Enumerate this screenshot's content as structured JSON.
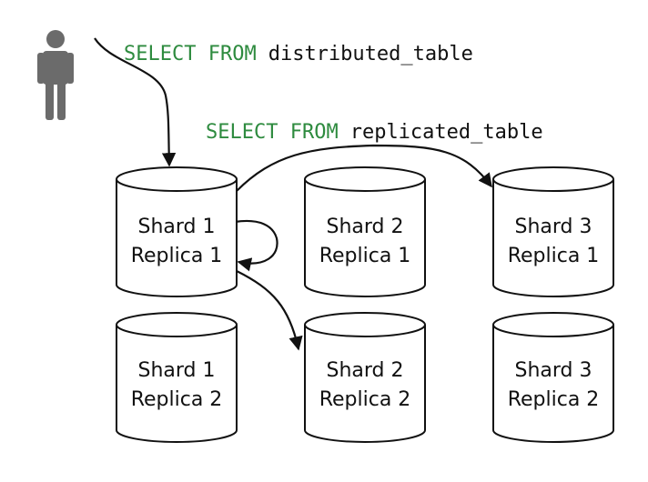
{
  "queries": {
    "distributed": {
      "keyword": "SELECT FROM",
      "table": "distributed_table"
    },
    "replicated": {
      "keyword": "SELECT FROM",
      "table": "replicated_table"
    }
  },
  "nodes": {
    "s1r1": {
      "line1": "Shard 1",
      "line2": "Replica 1"
    },
    "s2r1": {
      "line1": "Shard 2",
      "line2": "Replica 1"
    },
    "s3r1": {
      "line1": "Shard 3",
      "line2": "Replica 1"
    },
    "s1r2": {
      "line1": "Shard 1",
      "line2": "Replica 2"
    },
    "s2r2": {
      "line1": "Shard 2",
      "line2": "Replica 2"
    },
    "s3r2": {
      "line1": "Shard 3",
      "line2": "Replica 2"
    }
  },
  "colors": {
    "keyword": "#2e8b3f",
    "text": "#111111",
    "person": "#6b6b6b",
    "stroke": "#111111"
  },
  "icons": {
    "user": "person-icon"
  }
}
